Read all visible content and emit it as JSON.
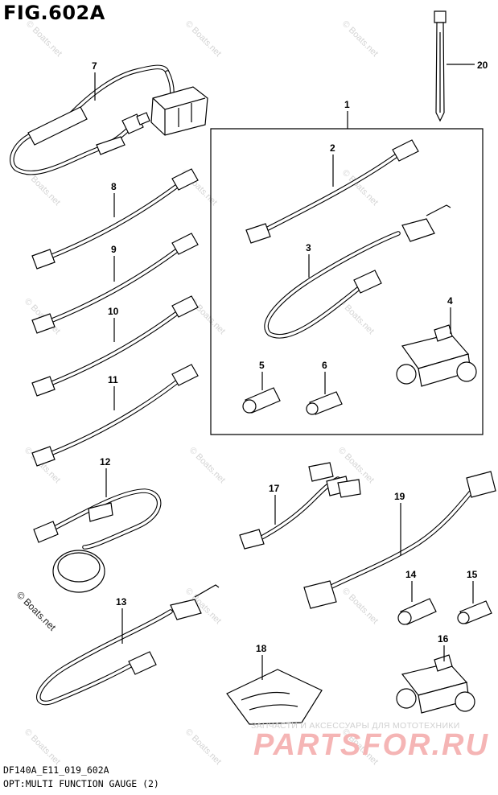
{
  "figure": {
    "title": "FIG.602A",
    "code": "DF140A_E11_019_602A",
    "caption": "OPT:MULTI FUNCTION GAUGE (2)"
  },
  "watermark": {
    "text": "© Boats.net",
    "corner_label": "© Boats.net"
  },
  "branding": {
    "subtitle": "ЗАПЧАСТИ И АКСЕССУАРЫ ДЛЯ МОТОТЕХНИКИ",
    "logo_text": "PARTSFOR.RU"
  },
  "callouts": [
    "1",
    "2",
    "3",
    "4",
    "5",
    "6",
    "7",
    "8",
    "9",
    "10",
    "11",
    "12",
    "13",
    "14",
    "15",
    "16",
    "17",
    "18",
    "19",
    "20"
  ],
  "colors": {
    "line": "#000000",
    "background": "#ffffff",
    "watermark": "#d4d4d4",
    "brand": "#f5b5b5"
  }
}
